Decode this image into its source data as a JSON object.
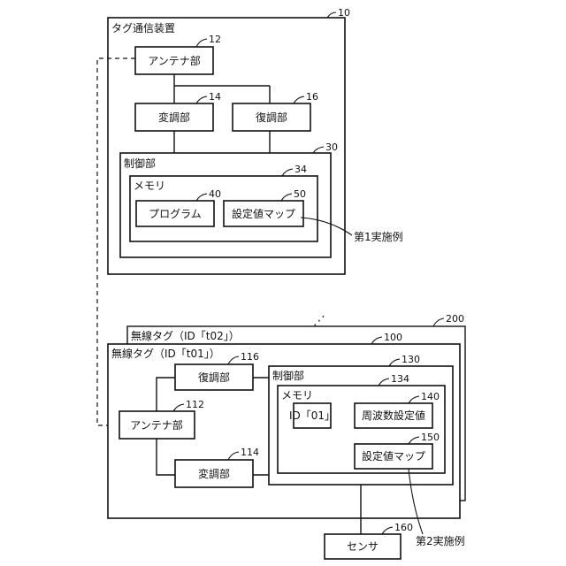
{
  "device": {
    "title": "タグ通信装置",
    "ref": "10",
    "antenna": {
      "label": "アンテナ部",
      "ref": "12"
    },
    "modulator": {
      "label": "変調部",
      "ref": "14"
    },
    "demodulator": {
      "label": "復調部",
      "ref": "16"
    },
    "control": {
      "label": "制御部",
      "ref": "30"
    },
    "memory": {
      "label": "メモリ",
      "ref": "34"
    },
    "program": {
      "label": "プログラム",
      "ref": "40"
    },
    "settings_map": {
      "label": "設定値マップ",
      "ref": "50"
    },
    "embodiment_label": "第1実施例"
  },
  "ellipsis": "⋰",
  "tag_back": {
    "title": "無線タグ（ID「t02」）",
    "ref": "200"
  },
  "tag": {
    "title": "無線タグ（ID「t01」）",
    "ref": "100",
    "antenna": {
      "label": "アンテナ部",
      "ref": "112"
    },
    "modulator": {
      "label": "変調部",
      "ref": "114"
    },
    "demodulator": {
      "label": "復調部",
      "ref": "116"
    },
    "control": {
      "label": "制御部",
      "ref": "130"
    },
    "memory": {
      "label": "メモリ",
      "ref": "134"
    },
    "id_value": {
      "label": "ID「01」"
    },
    "frequency_setting": {
      "label": "周波数設定値",
      "ref": "140"
    },
    "settings_map": {
      "label": "設定値マップ",
      "ref": "150"
    },
    "sensor": {
      "label": "センサ",
      "ref": "160"
    },
    "embodiment_label": "第2実施例"
  }
}
